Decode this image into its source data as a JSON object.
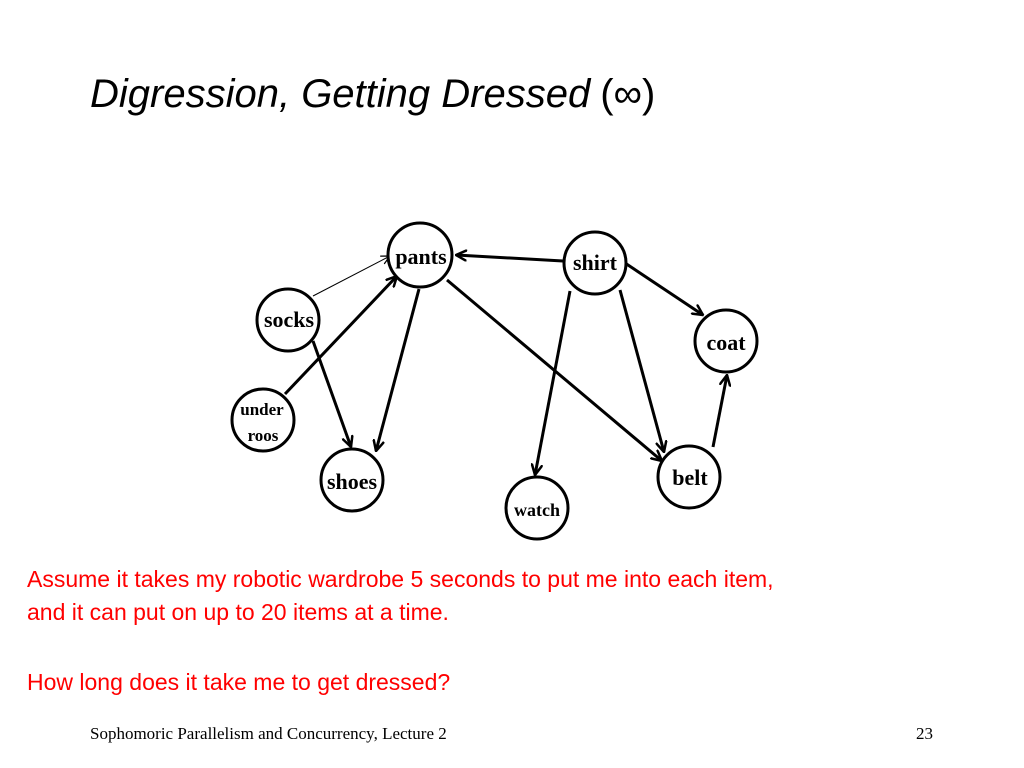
{
  "slide": {
    "title_text": "Digression, Getting Dressed",
    "title_symbol": "(∞)",
    "body_line_1": "Assume it takes my robotic wardrobe 5 seconds to put me into each item,",
    "body_line_2": "and it can put on up to 20 items at a time.",
    "question": "How long does it take me to get dressed?",
    "footer_course": "Sophomoric Parallelism and Concurrency, Lecture 2",
    "page_number": "23",
    "text_color": "#ff0000"
  },
  "diagram": {
    "nodes": {
      "pants": "pants",
      "shirt": "shirt",
      "socks": "socks",
      "coat": "coat",
      "underroos_line1": "under",
      "underroos_line2": "roos",
      "shoes": "shoes",
      "belt": "belt",
      "watch": "watch"
    },
    "edges": [
      {
        "from": "socks",
        "to": "pants"
      },
      {
        "from": "socks",
        "to": "shoes"
      },
      {
        "from": "underroos",
        "to": "pants"
      },
      {
        "from": "pants",
        "to": "shoes"
      },
      {
        "from": "pants",
        "to": "belt"
      },
      {
        "from": "shirt",
        "to": "pants"
      },
      {
        "from": "shirt",
        "to": "coat"
      },
      {
        "from": "shirt",
        "to": "watch"
      },
      {
        "from": "shirt",
        "to": "belt"
      },
      {
        "from": "belt",
        "to": "coat"
      }
    ]
  }
}
